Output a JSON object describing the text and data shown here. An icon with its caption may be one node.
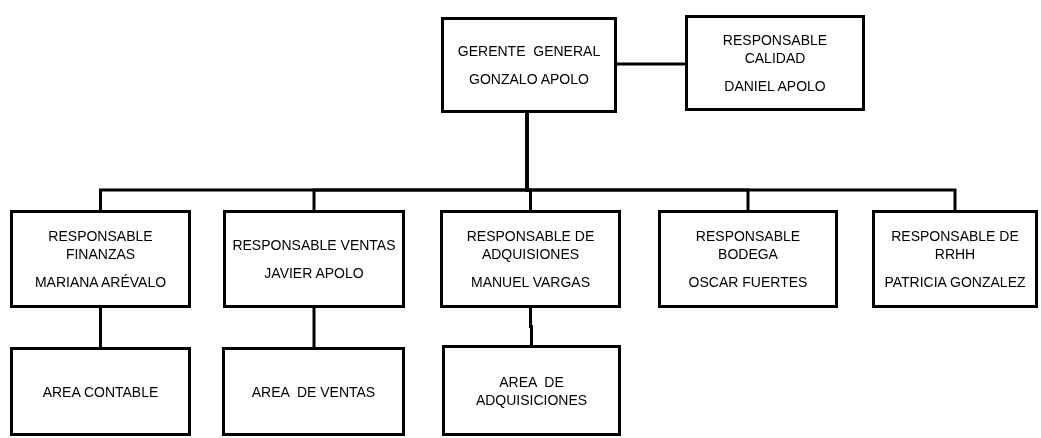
{
  "diagram": {
    "nodes": [
      {
        "text": [
          "GERENTE  GENERAL",
          "GONZALO APOLO"
        ]
      },
      {
        "text": [
          "RESPONSABLE CALIDAD",
          "DANIEL APOLO"
        ]
      },
      {
        "text": [
          "RESPONSABLE FINANZAS",
          "MARIANA ARÉVALO"
        ]
      },
      {
        "text": [
          "RESPONSABLE VENTAS",
          "JAVIER APOLO"
        ]
      },
      {
        "text": [
          "RESPONSABLE DE ADQUISIONES",
          "MANUEL VARGAS"
        ]
      },
      {
        "text": [
          "RESPONSABLE BODEGA",
          "OSCAR FUERTES"
        ]
      },
      {
        "text": [
          "RESPONSABLE DE RRHH",
          "PATRICIA GONZALEZ"
        ]
      },
      {
        "text": [
          "AREA CONTABLE"
        ]
      },
      {
        "text": [
          "AREA  DE VENTAS"
        ]
      },
      {
        "text": [
          "AREA  DE ADQUISICIONES"
        ]
      }
    ],
    "edges": [
      {
        "from": 0,
        "to": 1,
        "arrow": "none"
      },
      {
        "from": 0,
        "to": 2,
        "arrow": "none"
      },
      {
        "from": 0,
        "to": 3,
        "arrow": "none"
      },
      {
        "from": 0,
        "to": 4,
        "arrow": "none"
      },
      {
        "from": 0,
        "to": 5,
        "arrow": "none"
      },
      {
        "from": 0,
        "to": 6,
        "arrow": "none"
      },
      {
        "from": 2,
        "to": 7,
        "arrow": "none"
      },
      {
        "from": 3,
        "to": 8,
        "arrow": "none"
      },
      {
        "from": 4,
        "to": 9,
        "arrow": "none"
      }
    ]
  }
}
